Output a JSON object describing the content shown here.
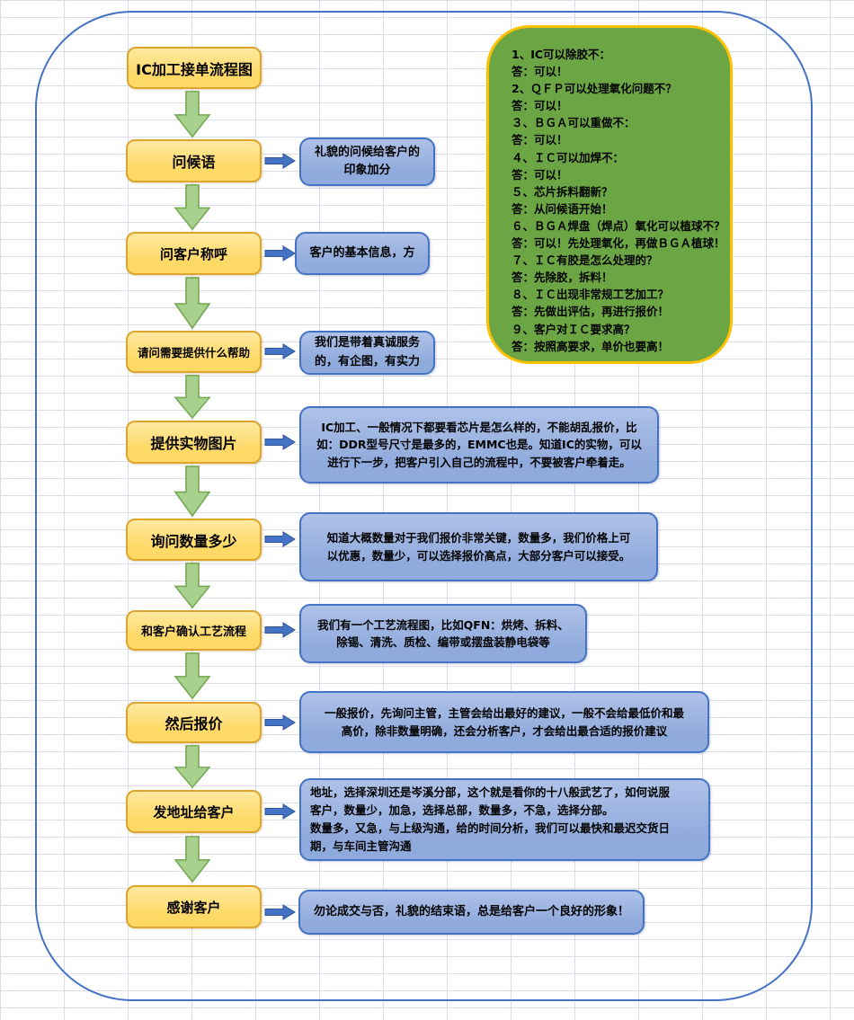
{
  "colors": {
    "step_fill": "#FFD966",
    "step_border": "#DFA42E",
    "note_fill": "#8FAADC",
    "note_border": "#4472C4",
    "qa_fill": "#6CA644",
    "qa_border": "#FFC000",
    "down_arrow_fill": "#A9D18E",
    "down_arrow_border": "#74A851",
    "right_arrow_fill": "#4472C4",
    "frame_border": "#4472C4"
  },
  "title": {
    "label": "IC加工接单流程图"
  },
  "flow": {
    "steps": [
      {
        "label": "问候语",
        "note": "礼貌的问候给客户的\n印象加分"
      },
      {
        "label": "问客户称呼",
        "note": "客户的基本信息，方"
      },
      {
        "label": "请问需要提供什么帮助",
        "note": "我们是带着真诚服务\n的，有企图，有实力"
      },
      {
        "label": "提供实物图片",
        "note": "IC加工、一般情况下都要看芯片是怎么样的，不能胡乱报价，比\n如：DDR型号尺寸是最多的，EMMC也是。知道IC的实物，可以\n进行下一步，把客户引入自己的流程中，不要被客户牵着走。"
      },
      {
        "label": "询问数量多少",
        "note": "知道大概数量对于我们报价非常关键，数量多，我们价格上可\n以优惠，数量少，可以选择报价高点，大部分客户可以接受。"
      },
      {
        "label": "和客户确认工艺流程",
        "note": "我们有一个工艺流程图，比如QFN：烘烤、拆料、\n除锡、清洗、质检、编带或摆盘装静电袋等"
      },
      {
        "label": "然后报价",
        "note": "一般报价，先询问主管，主管会给出最好的建议，一般不会给最低价和最\n高价，除非数量明确，还会分析客户，才会给出最合适的报价建议"
      },
      {
        "label": "发地址给客户",
        "note": "地址，选择深圳还是岑溪分部，这个就是看你的十八般武艺了，如何说服\n客户，数量少，加急，选择总部，数量多，不急，选择分部。\n数量多，又急，与上级沟通，给的时间分析，我们可以最快和最迟交货日\n期，与车间主管沟通"
      },
      {
        "label": "感谢客户",
        "note": "勿论成交与否，礼貌的结束语，总是给客户一个良好的形象！"
      }
    ]
  },
  "qa_panel": {
    "lines": [
      "1、IC可以除胶不：",
      "答：可以！",
      "2、ＱＦＰ可以处理氧化问题不？",
      "答：可以！",
      "３、ＢＧＡ可以重做不：",
      "答：可以！",
      "４、ＩＣ可以加焊不：",
      "答：可以！",
      "５、芯片拆料翻新？",
      "答：从问候语开始！",
      "６、ＢＧＡ焊盘（焊点）氧化可以植球不？",
      "答：可以！先处理氧化，再做ＢＧＡ植球！",
      "７、ＩＣ有胶是怎么处理的？",
      "答：先除胶，拆料！",
      "８、ＩＣ出现非常规工艺加工？",
      "答：先做出评估，再进行报价！",
      "９、客户对ＩＣ要求高？",
      "答：按照高要求，单价也要高！"
    ]
  }
}
